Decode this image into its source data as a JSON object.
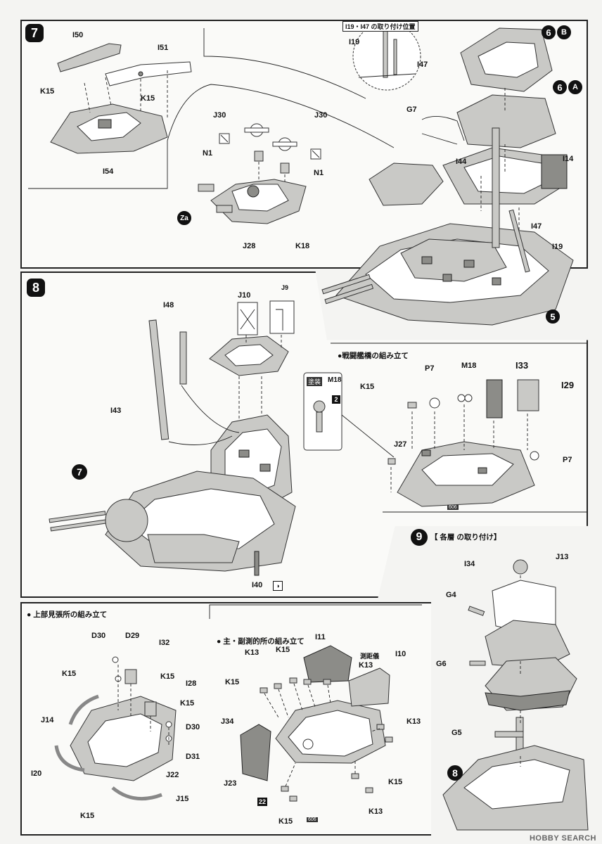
{
  "step7": {
    "number": "7",
    "labels": {
      "i50": "I50",
      "i51": "I51",
      "k15a": "K15",
      "k15b": "K15",
      "i54": "I54",
      "j30a": "J30",
      "j30b": "J30",
      "n1a": "N1",
      "n1b": "N1",
      "za": "Za",
      "j28": "J28",
      "k18": "K18",
      "g7": "G7",
      "i44": "I44",
      "i14": "I14",
      "i47": "I47",
      "i19": "I19",
      "step6b_num": "6",
      "step6b_sub": "B",
      "step6a_num": "6",
      "step6a_sub": "A",
      "step5": "5"
    },
    "inset": {
      "title": "I19・I47 の取り付け位置",
      "i19": "I19",
      "i47": "I47"
    }
  },
  "step8": {
    "number": "8",
    "labels": {
      "j10": "J10",
      "j9": "J9",
      "i48": "I48",
      "i43": "I43",
      "step7": "7",
      "i40": "I40"
    },
    "paint": {
      "tag": "塗装",
      "color": "M18",
      "count": "2"
    }
  },
  "bridge": {
    "title": "●戦闘艦橋の組み立て",
    "labels": {
      "k15": "K15",
      "p7a": "P7",
      "m18": "M18",
      "i33": "I33",
      "i29": "I29",
      "j27": "J27",
      "p7b": "P7"
    },
    "badge": "606"
  },
  "step9": {
    "number": "9",
    "title": "【 各層 の取り付け】",
    "labels": {
      "i34": "I34",
      "j13": "J13",
      "g4": "G4",
      "g6": "G6",
      "g5": "G5",
      "step8": "8"
    }
  },
  "lookout": {
    "title": "● 上部見張所の組み立て",
    "labels": {
      "d30a": "D30",
      "d29": "D29",
      "i32": "I32",
      "k15a": "K15",
      "k15b": "K15",
      "i28": "I28",
      "k15c": "K15",
      "d30b": "D30",
      "j14": "J14",
      "d31": "D31",
      "i20": "I20",
      "j22": "J22",
      "j15": "J15",
      "k15d": "K15"
    }
  },
  "rangefinder": {
    "title": "● 主・副測的所の組み立て",
    "labels": {
      "i11": "I11",
      "k13a": "K13",
      "k15a": "K15",
      "sokukyogi": "測距儀",
      "k13b": "K13",
      "i10": "I10",
      "k15b": "K15",
      "j34": "J34",
      "k13c": "K13",
      "j23": "J23",
      "k15c": "K15",
      "k13d": "K13",
      "k15d": "K15",
      "num22": "22"
    },
    "badge": "606"
  },
  "watermark": "HOBBY SEARCH"
}
